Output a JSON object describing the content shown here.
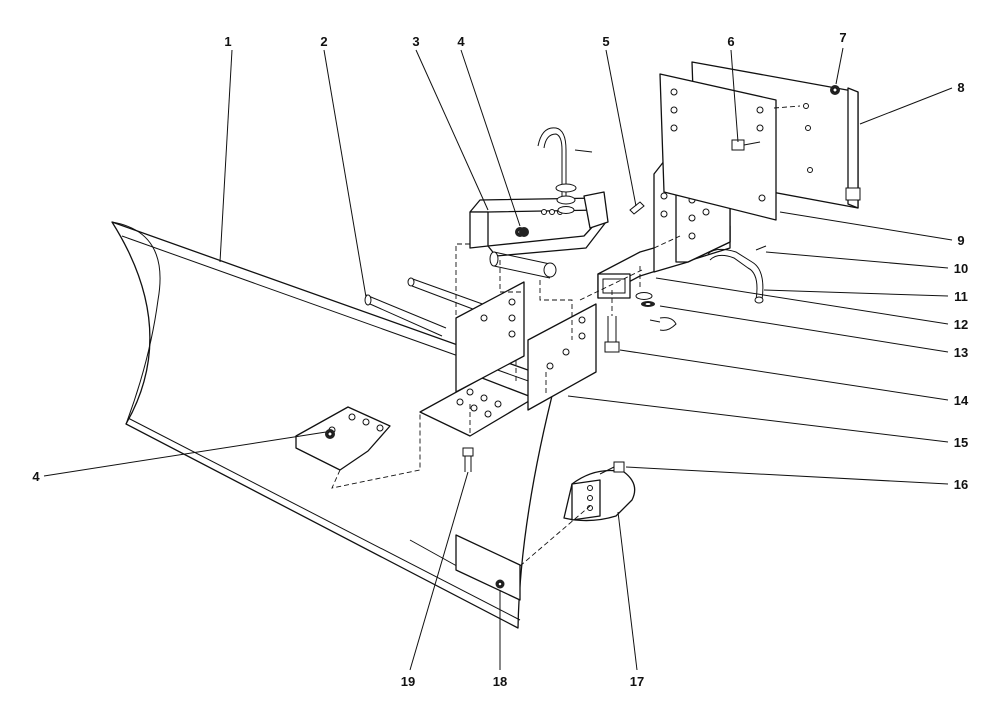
{
  "callouts": [
    {
      "id": "1",
      "label": "1"
    },
    {
      "id": "2",
      "label": "2"
    },
    {
      "id": "3",
      "label": "3"
    },
    {
      "id": "4",
      "label": "4"
    },
    {
      "id": "4b",
      "label": "4"
    },
    {
      "id": "5",
      "label": "5"
    },
    {
      "id": "6",
      "label": "6"
    },
    {
      "id": "7",
      "label": "7"
    },
    {
      "id": "8",
      "label": "8"
    },
    {
      "id": "9",
      "label": "9"
    },
    {
      "id": "10",
      "label": "10"
    },
    {
      "id": "11",
      "label": "11"
    },
    {
      "id": "12",
      "label": "12"
    },
    {
      "id": "13",
      "label": "13"
    },
    {
      "id": "14",
      "label": "14"
    },
    {
      "id": "15",
      "label": "15"
    },
    {
      "id": "16",
      "label": "16"
    },
    {
      "id": "17",
      "label": "17"
    },
    {
      "id": "18",
      "label": "18"
    },
    {
      "id": "19",
      "label": "19"
    }
  ]
}
